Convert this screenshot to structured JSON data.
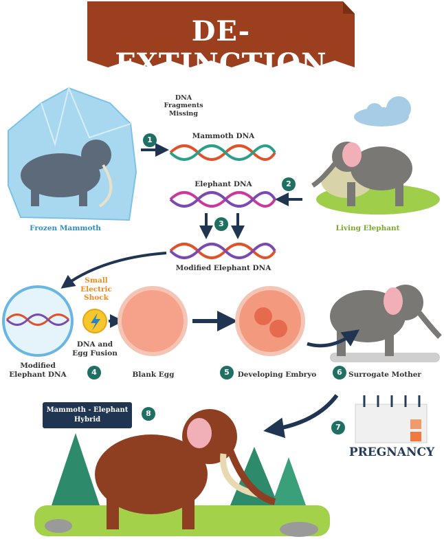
{
  "title": "DE-EXTINCTION",
  "labels": {
    "frozen_mammoth": "Frozen Mammoth",
    "dna_fragments_missing": "DNA\nFragments\nMissing",
    "mammoth_dna": "Mammoth DNA",
    "elephant_dna": "Elephant DNA",
    "living_elephant": "Living Elephant",
    "modified_elephant_dna": "Modified Elephant DNA",
    "modified_elephant_dna_2": "Modified\nElephant DNA",
    "small_electric_shock": "Small\nElectric\nShock",
    "dna_egg_fusion": "DNA and\nEgg Fusion",
    "blank_egg": "Blank Egg",
    "developing_embryo": "Developing Embryo",
    "surrogate_mother": "Surrogate Mother",
    "pregnancy": "PREGNANCY",
    "hybrid": "Mammoth - Elephant\nHybrid"
  },
  "steps": [
    "1",
    "2",
    "3",
    "4",
    "5",
    "6",
    "7",
    "8"
  ],
  "colors": {
    "banner": "#9b3f1f",
    "badge": "#1f6f63",
    "frozen_label": "#2b8fc4",
    "living_label": "#7aab2a",
    "shock_label": "#f08a1c",
    "arrow": "#1f3552"
  }
}
